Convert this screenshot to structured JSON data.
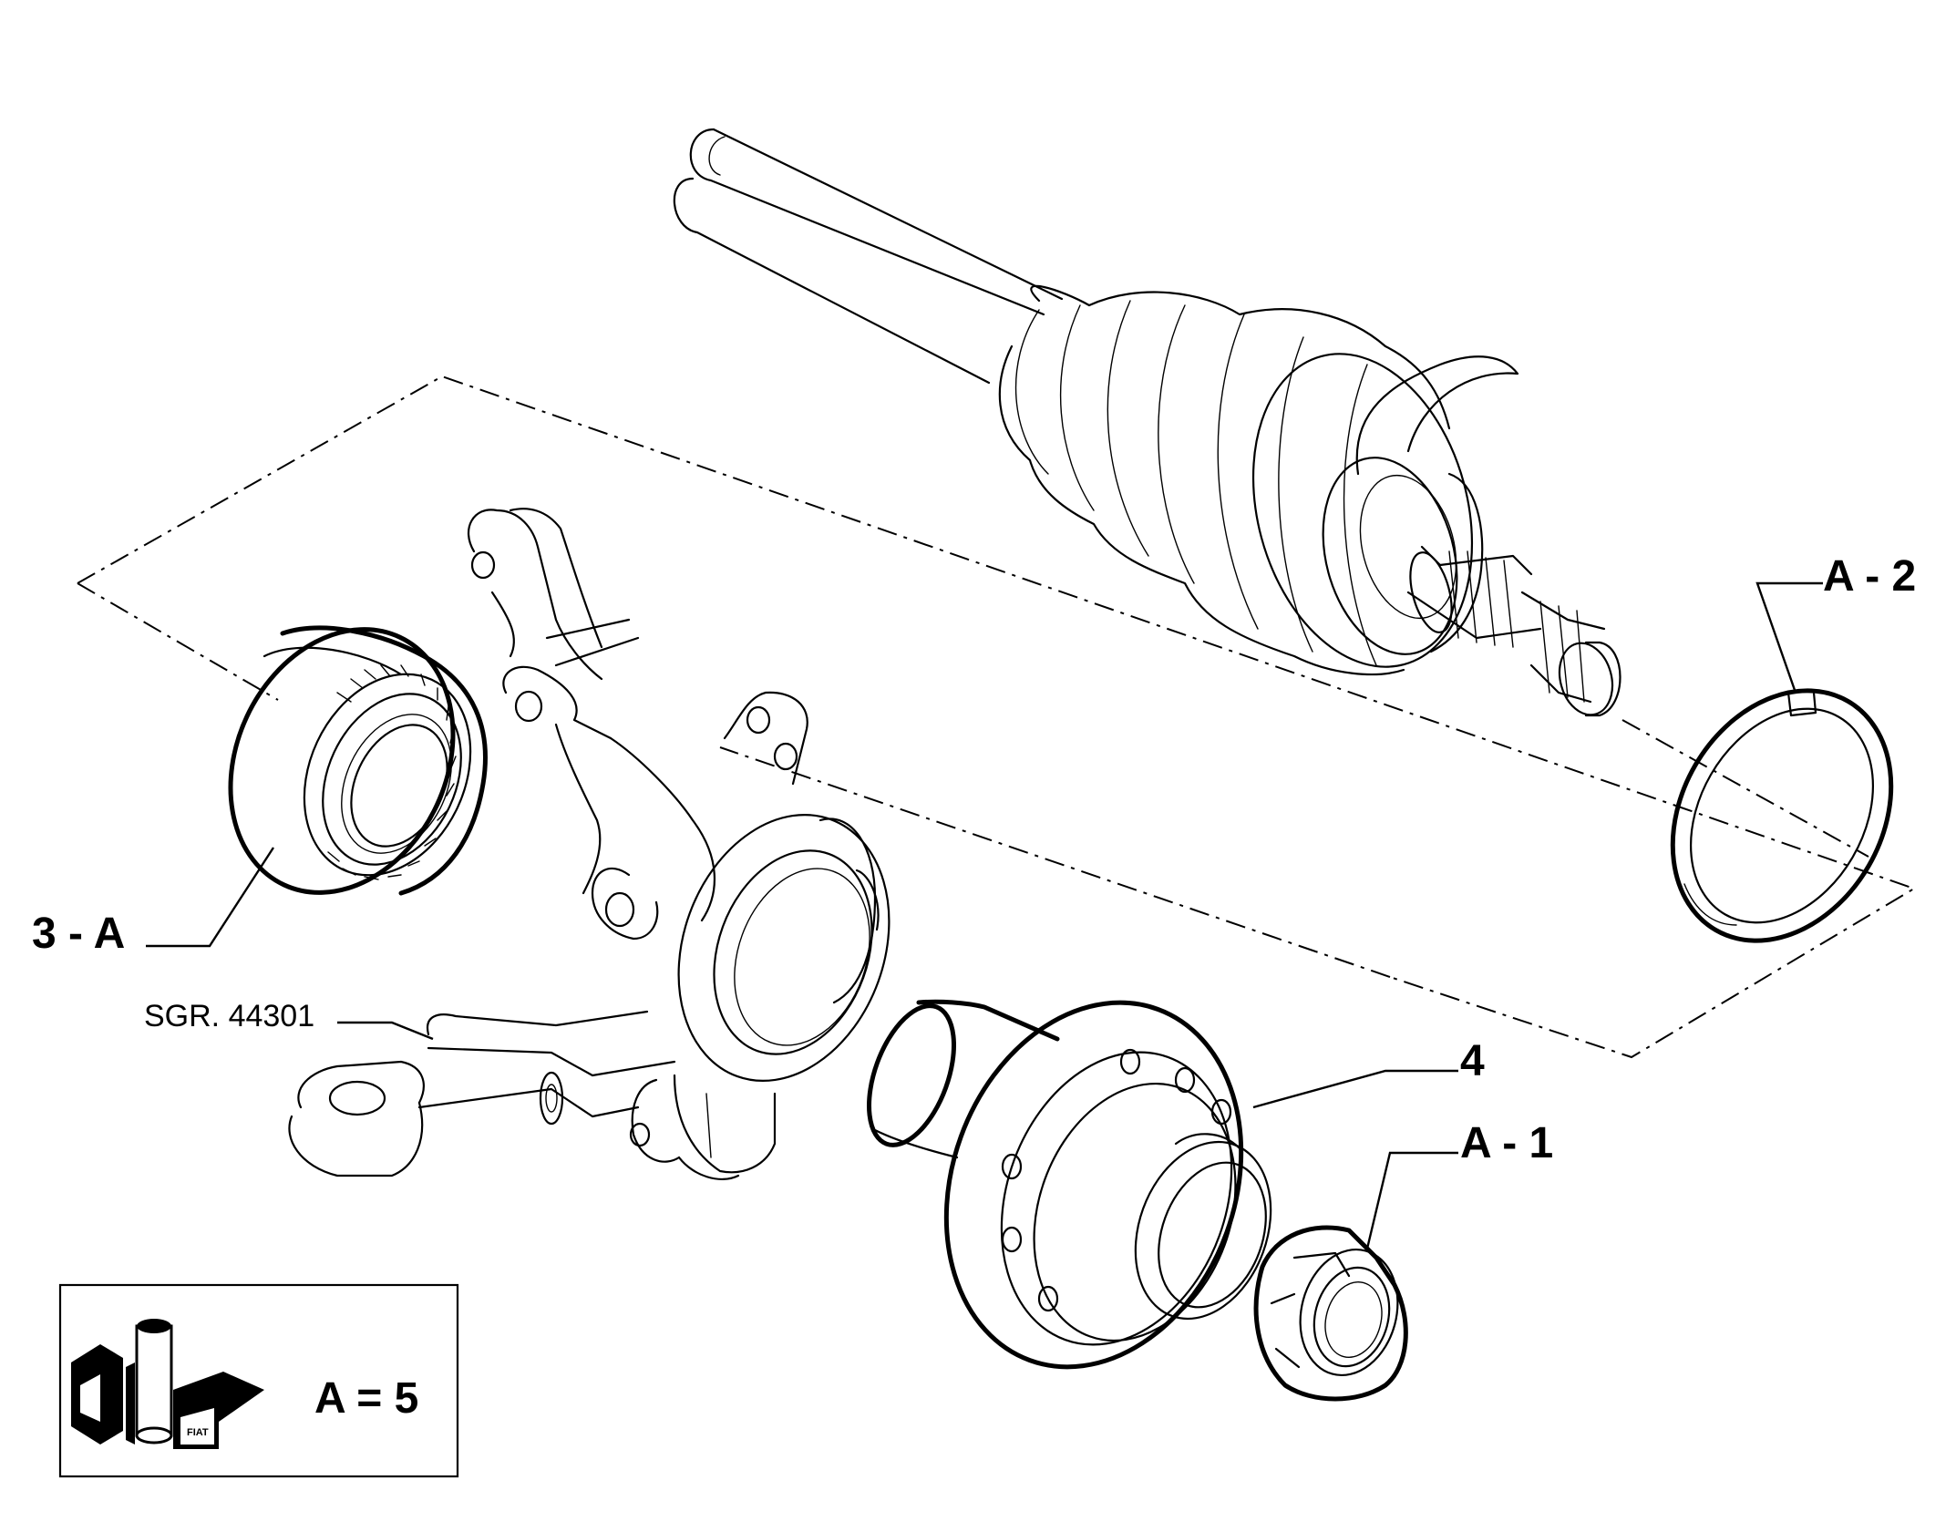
{
  "labels": {
    "bearing": "3 - A",
    "circlip": "A - 2",
    "hub": "4",
    "nut": "A - 1",
    "knuckle_ref": "SGR. 44301",
    "kit_count": "A = 5"
  },
  "legend_box": {
    "logo_text": "FIAT"
  }
}
